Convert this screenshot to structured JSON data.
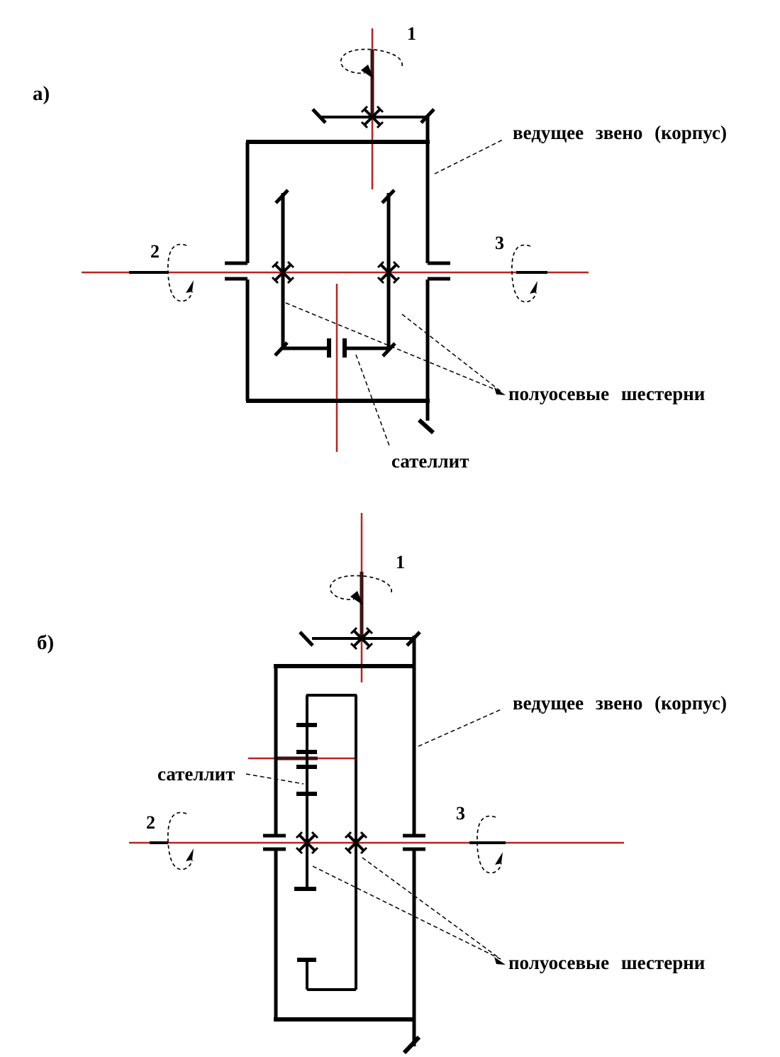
{
  "panels": {
    "a": {
      "tag": "а)"
    },
    "b": {
      "tag": "б)"
    }
  },
  "labels": {
    "shaft_1": "1",
    "shaft_2": "2",
    "shaft_3": "3",
    "driving_link": "ведущее звено (корпус)",
    "half_axle_gears": "полуосевые шестерни",
    "satellite": "сателлит"
  },
  "colors": {
    "background": "#ffffff",
    "centerline_red": "#bb2222",
    "shaft_dark_red": "#441111",
    "line_black": "#000000"
  }
}
